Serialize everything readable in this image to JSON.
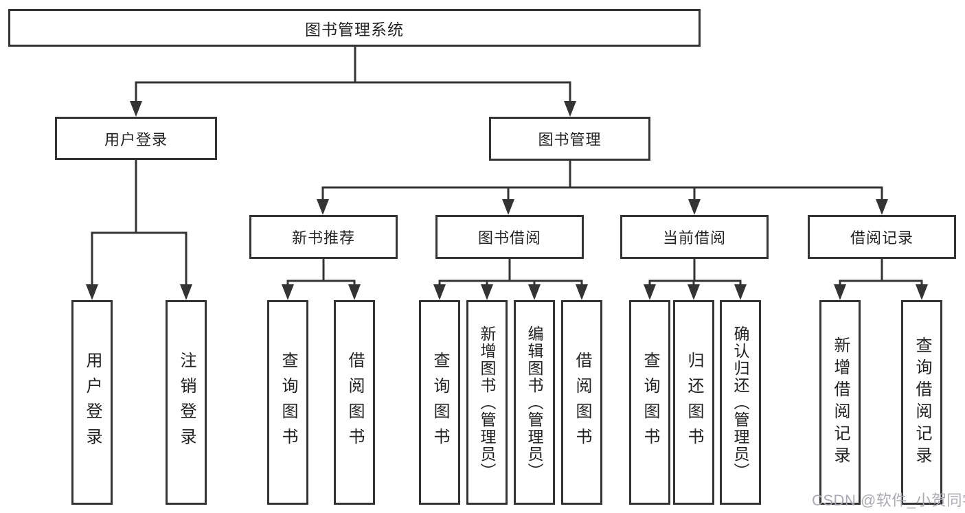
{
  "diagram": {
    "type": "hierarchy-tree",
    "root": {
      "label": "图书管理系统"
    },
    "level1": [
      {
        "id": "user-login",
        "label": "用户登录"
      },
      {
        "id": "book-management",
        "label": "图书管理"
      }
    ],
    "level2": [
      {
        "id": "new-book-recommend",
        "label": "新书推荐",
        "parent": "图书管理"
      },
      {
        "id": "book-borrow",
        "label": "图书借阅",
        "parent": "图书管理"
      },
      {
        "id": "current-borrow",
        "label": "当前借阅",
        "parent": "图书管理"
      },
      {
        "id": "borrow-records",
        "label": "借阅记录",
        "parent": "图书管理"
      }
    ],
    "leaves": [
      {
        "label": "用户登录",
        "parent": "用户登录"
      },
      {
        "label": "注销登录",
        "parent": "用户登录"
      },
      {
        "label": "查询图书",
        "parent": "新书推荐"
      },
      {
        "label": "借阅图书",
        "parent": "新书推荐"
      },
      {
        "label": "查询图书",
        "parent": "图书借阅"
      },
      {
        "label": "新增图书（管理员）",
        "parent": "图书借阅"
      },
      {
        "label": "编辑图书（管理员）",
        "parent": "图书借阅"
      },
      {
        "label": "借阅图书",
        "parent": "图书借阅"
      },
      {
        "label": "查询图书",
        "parent": "当前借阅"
      },
      {
        "label": "归还图书",
        "parent": "当前借阅"
      },
      {
        "label": "确认归还（管理员）",
        "parent": "当前借阅"
      },
      {
        "label": "新增借阅记录",
        "parent": "借阅记录"
      },
      {
        "label": "查询借阅记录",
        "parent": "借阅记录"
      }
    ]
  },
  "watermark": {
    "text": "CSDN @软件_小贺同学"
  },
  "colors": {
    "line": "#333333",
    "box_border": "#333333",
    "text": "#222222",
    "watermark": "#a6a8af",
    "background": "#ffffff"
  }
}
